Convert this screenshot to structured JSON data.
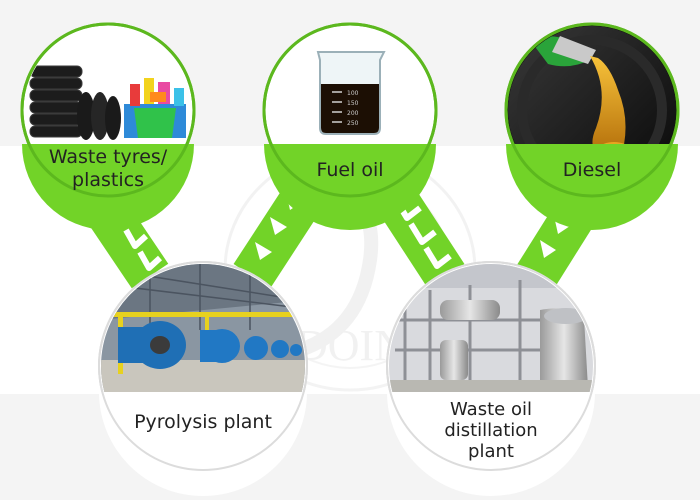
{
  "nodes": {
    "waste": {
      "label_line1": "Waste tyres/",
      "label_line2": "plastics",
      "icon": "tyres-and-plastics-image"
    },
    "fuel": {
      "label": "Fuel oil",
      "icon": "fuel-oil-beaker-image"
    },
    "diesel": {
      "label": "Diesel",
      "icon": "diesel-pouring-image"
    },
    "pyrolysis": {
      "label": "Pyrolysis plant",
      "icon": "pyrolysis-plant-image"
    },
    "distillation": {
      "label_line1": "Waste oil",
      "label_line2": "distillation",
      "label_line3": "plant",
      "icon": "distillation-plant-image"
    }
  },
  "beaker_scale": [
    "100",
    "150",
    "200",
    "250"
  ],
  "colors": {
    "green": "#72d328",
    "green_border": "#5cb81e",
    "arrow_fill": "#ffffff",
    "band": "#ffffff",
    "background": "#f4f4f4"
  }
}
